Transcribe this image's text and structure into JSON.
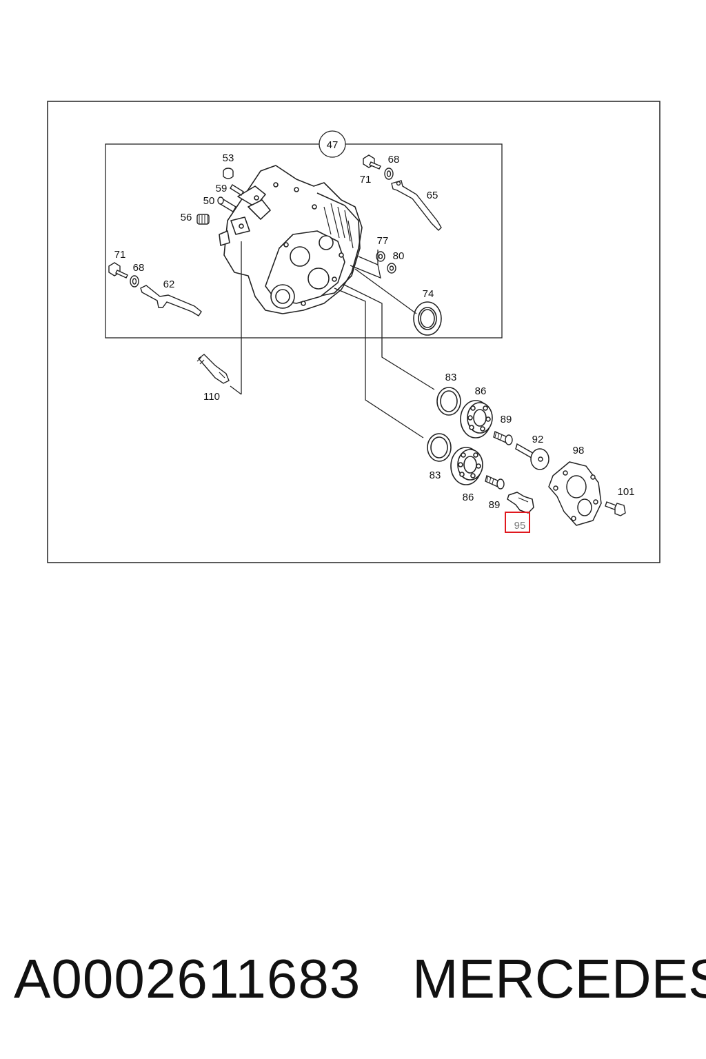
{
  "diagram": {
    "group_label": "47",
    "highlighted_callout": "95",
    "highlight_color": "#e0181e",
    "callouts": {
      "c53": "53",
      "c59": "59",
      "c50": "50",
      "c56": "56",
      "c71a": "71",
      "c68a": "68",
      "c65": "65",
      "c71b": "71",
      "c68b": "68",
      "c62": "62",
      "c77": "77",
      "c80": "80",
      "c74": "74",
      "c110": "110",
      "c83a": "83",
      "c86a": "86",
      "c89a": "89",
      "c92": "92",
      "c98": "98",
      "c83b": "83",
      "c86b": "86",
      "c89b": "89",
      "c101": "101"
    }
  },
  "footer": {
    "part_number": "A0002611683",
    "brand": "MERCEDES"
  }
}
